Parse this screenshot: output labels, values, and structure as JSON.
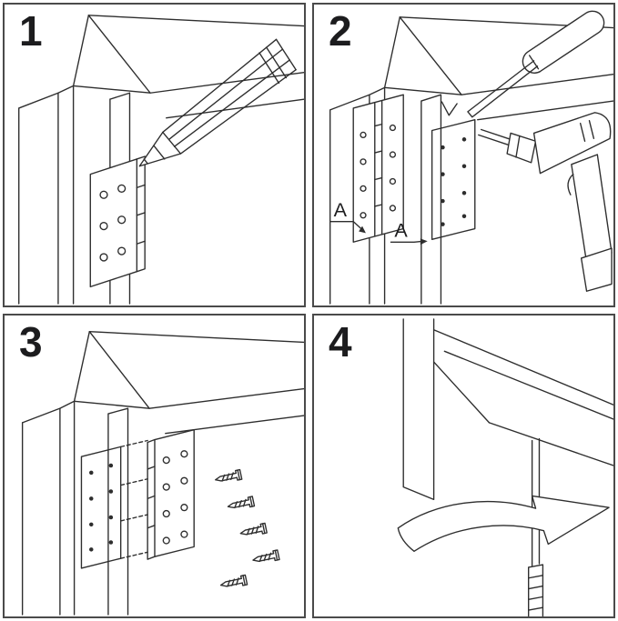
{
  "background_color": "#ffffff",
  "line_color": "#2e2e2e",
  "panel_border_color": "#4a4a4a",
  "panels": [
    {
      "number": "1",
      "illustration": "pencil-marking-hinge-outline-on-door-edge"
    },
    {
      "number": "2",
      "illustration": "screwdriver-and-drill-making-pilot-holes",
      "labels": {
        "left": "A",
        "right": "A"
      }
    },
    {
      "number": "3",
      "illustration": "hinge-aligned-to-mortise-with-screws"
    },
    {
      "number": "4",
      "illustration": "door-swinging-on-installed-hinge"
    }
  ]
}
